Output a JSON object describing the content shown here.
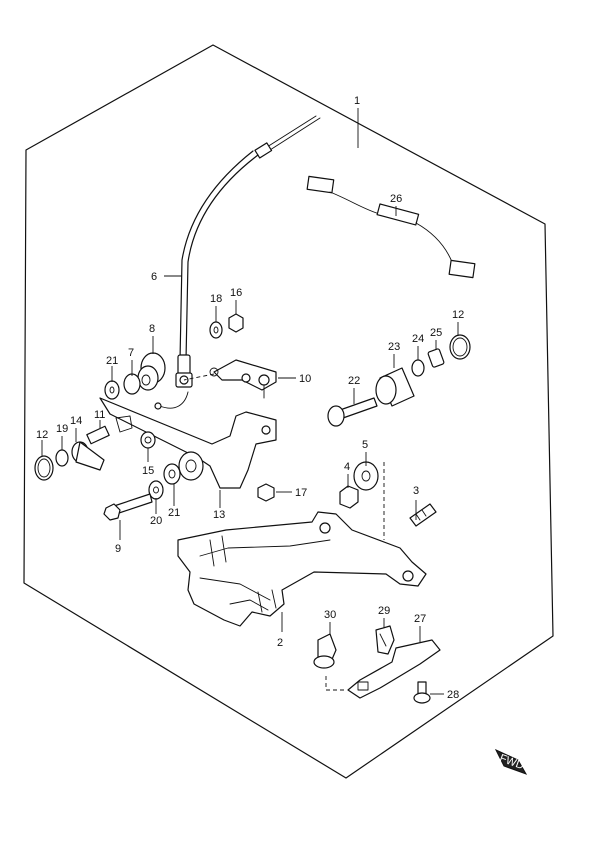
{
  "callouts": [
    {
      "id": "p1",
      "label": "1"
    },
    {
      "id": "p2",
      "label": "2"
    },
    {
      "id": "p3",
      "label": "3"
    },
    {
      "id": "p4",
      "label": "4"
    },
    {
      "id": "p5",
      "label": "5"
    },
    {
      "id": "p6",
      "label": "6"
    },
    {
      "id": "p7",
      "label": "7"
    },
    {
      "id": "p8",
      "label": "8"
    },
    {
      "id": "p9",
      "label": "9"
    },
    {
      "id": "p10",
      "label": "10"
    },
    {
      "id": "p11",
      "label": "11"
    },
    {
      "id": "p12a",
      "label": "12"
    },
    {
      "id": "p12b",
      "label": "12"
    },
    {
      "id": "p13",
      "label": "13"
    },
    {
      "id": "p14",
      "label": "14"
    },
    {
      "id": "p15",
      "label": "15"
    },
    {
      "id": "p16",
      "label": "16"
    },
    {
      "id": "p17",
      "label": "17"
    },
    {
      "id": "p18",
      "label": "18"
    },
    {
      "id": "p19",
      "label": "19"
    },
    {
      "id": "p20",
      "label": "20"
    },
    {
      "id": "p21a",
      "label": "21"
    },
    {
      "id": "p21b",
      "label": "21"
    },
    {
      "id": "p22",
      "label": "22"
    },
    {
      "id": "p23",
      "label": "23"
    },
    {
      "id": "p24",
      "label": "24"
    },
    {
      "id": "p25",
      "label": "25"
    },
    {
      "id": "p26",
      "label": "26"
    },
    {
      "id": "p27",
      "label": "27"
    },
    {
      "id": "p28",
      "label": "28"
    },
    {
      "id": "p29",
      "label": "29"
    },
    {
      "id": "p30",
      "label": "30"
    }
  ],
  "fwd_label": "FWD"
}
